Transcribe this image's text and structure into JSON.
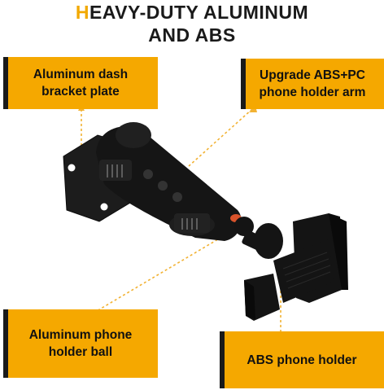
{
  "title": {
    "line1_accent": "H",
    "line1_rest": "EAVY-DUTY ALUMINUM",
    "line2": "AND ABS"
  },
  "callouts": {
    "dash_plate": {
      "line1": "Aluminum dash",
      "line2": "bracket plate"
    },
    "arm": {
      "line1": "Upgrade ABS+PC",
      "line2": "phone holder arm"
    },
    "ball": {
      "line1": "Aluminum phone",
      "line2": "holder ball"
    },
    "holder": {
      "line1": "ABS phone holder"
    }
  },
  "colors": {
    "accent": "#f5a800",
    "title_accent": "#f2a900",
    "leader_line": "#f2b233",
    "product": "#151515"
  }
}
